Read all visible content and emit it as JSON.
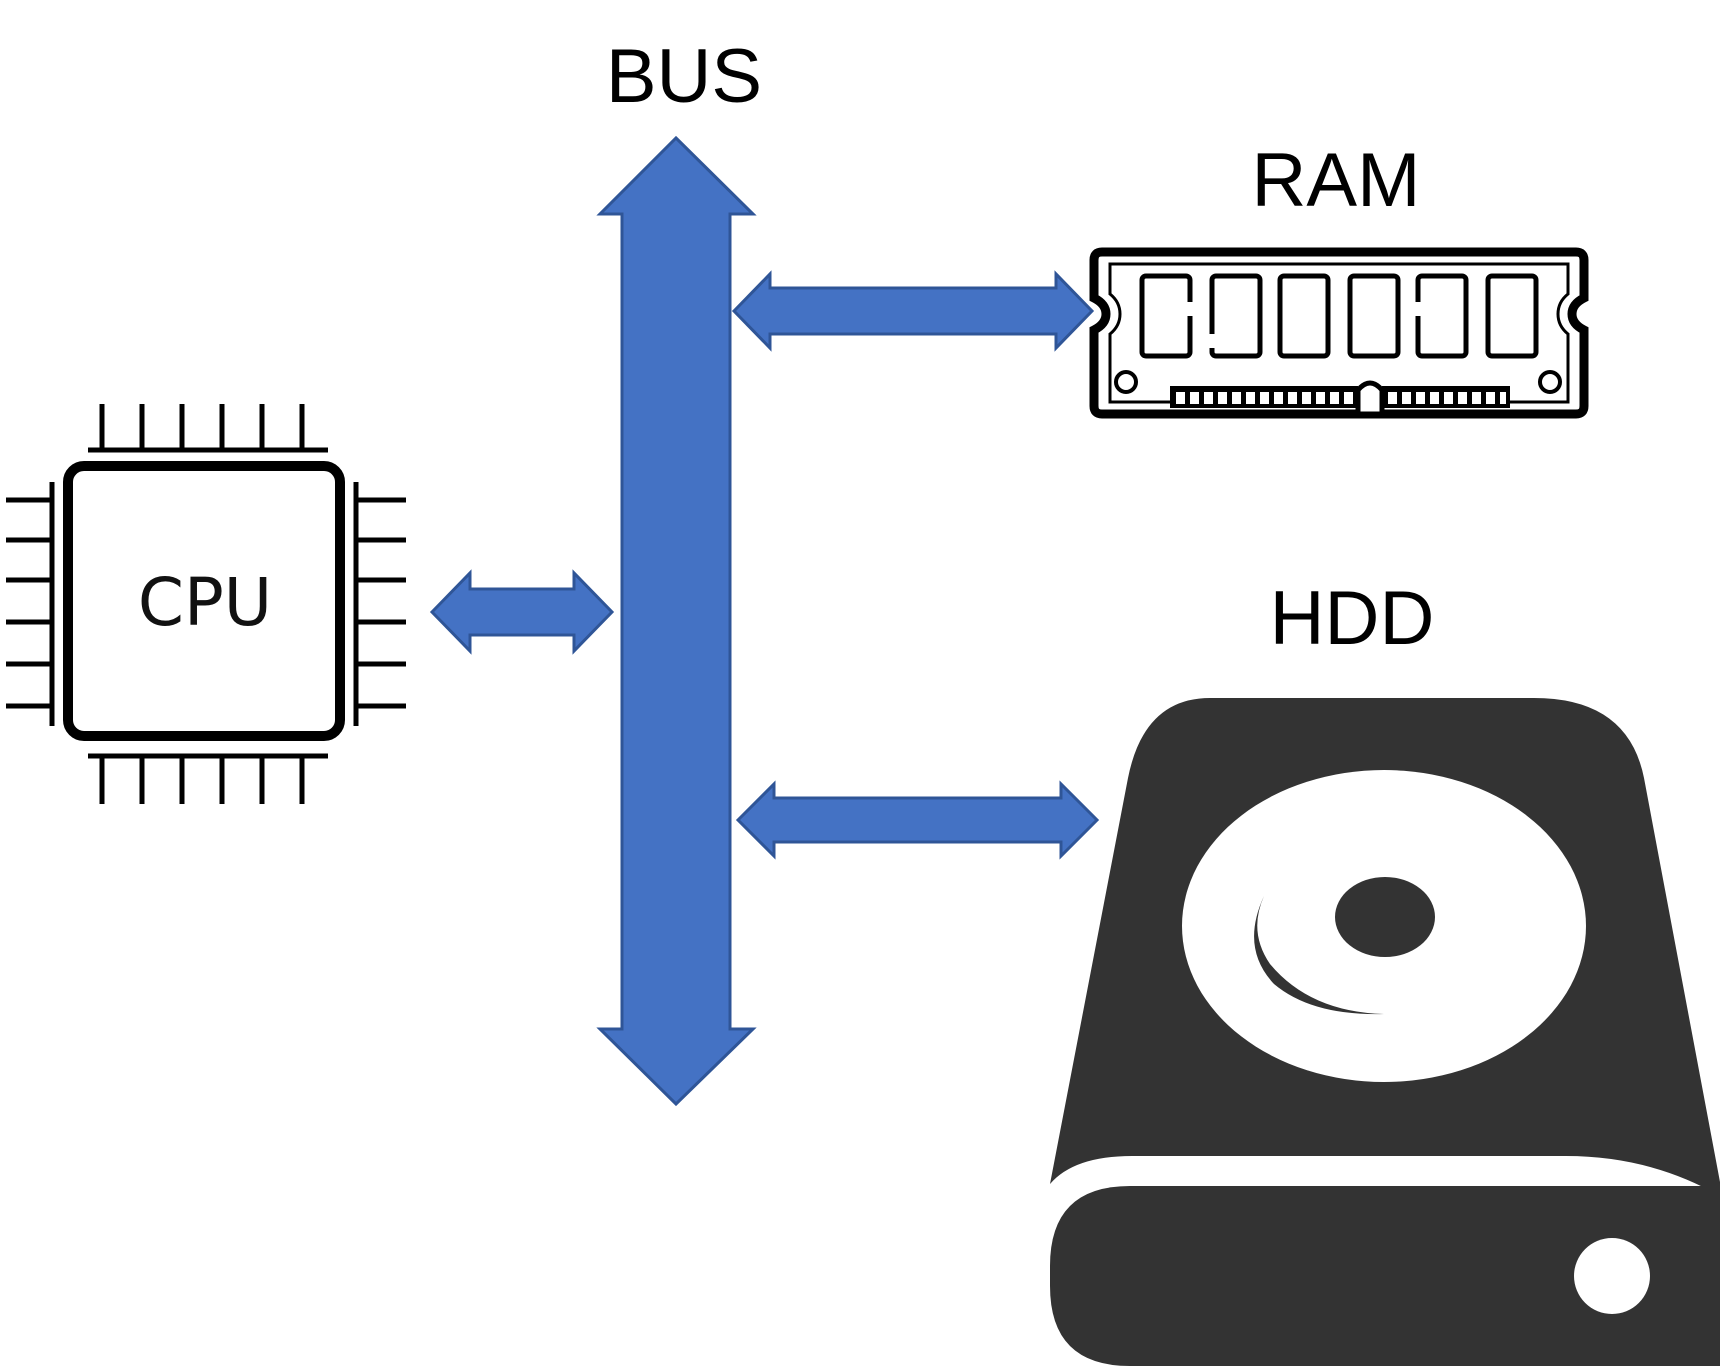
{
  "labels": {
    "bus": "BUS",
    "ram": "RAM",
    "hdd": "HDD",
    "cpu": "CPU"
  },
  "colors": {
    "bus": "#4472C4",
    "bus_stroke": "#2F5597",
    "component_dark": "#333333",
    "outline": "#000000"
  },
  "icons": {
    "cpu": "cpu-chip-icon",
    "ram": "ram-module-icon",
    "hdd": "hard-drive-icon"
  }
}
